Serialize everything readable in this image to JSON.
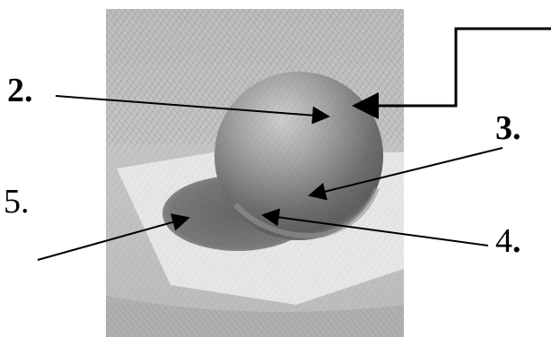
{
  "labels": {
    "label_2": {
      "num": "2",
      "dot": "."
    },
    "label_3": {
      "num": "3",
      "dot": "."
    },
    "label_4": {
      "num": "4",
      "dot": "."
    },
    "label_5": {
      "num": "5",
      "dot": "."
    }
  }
}
